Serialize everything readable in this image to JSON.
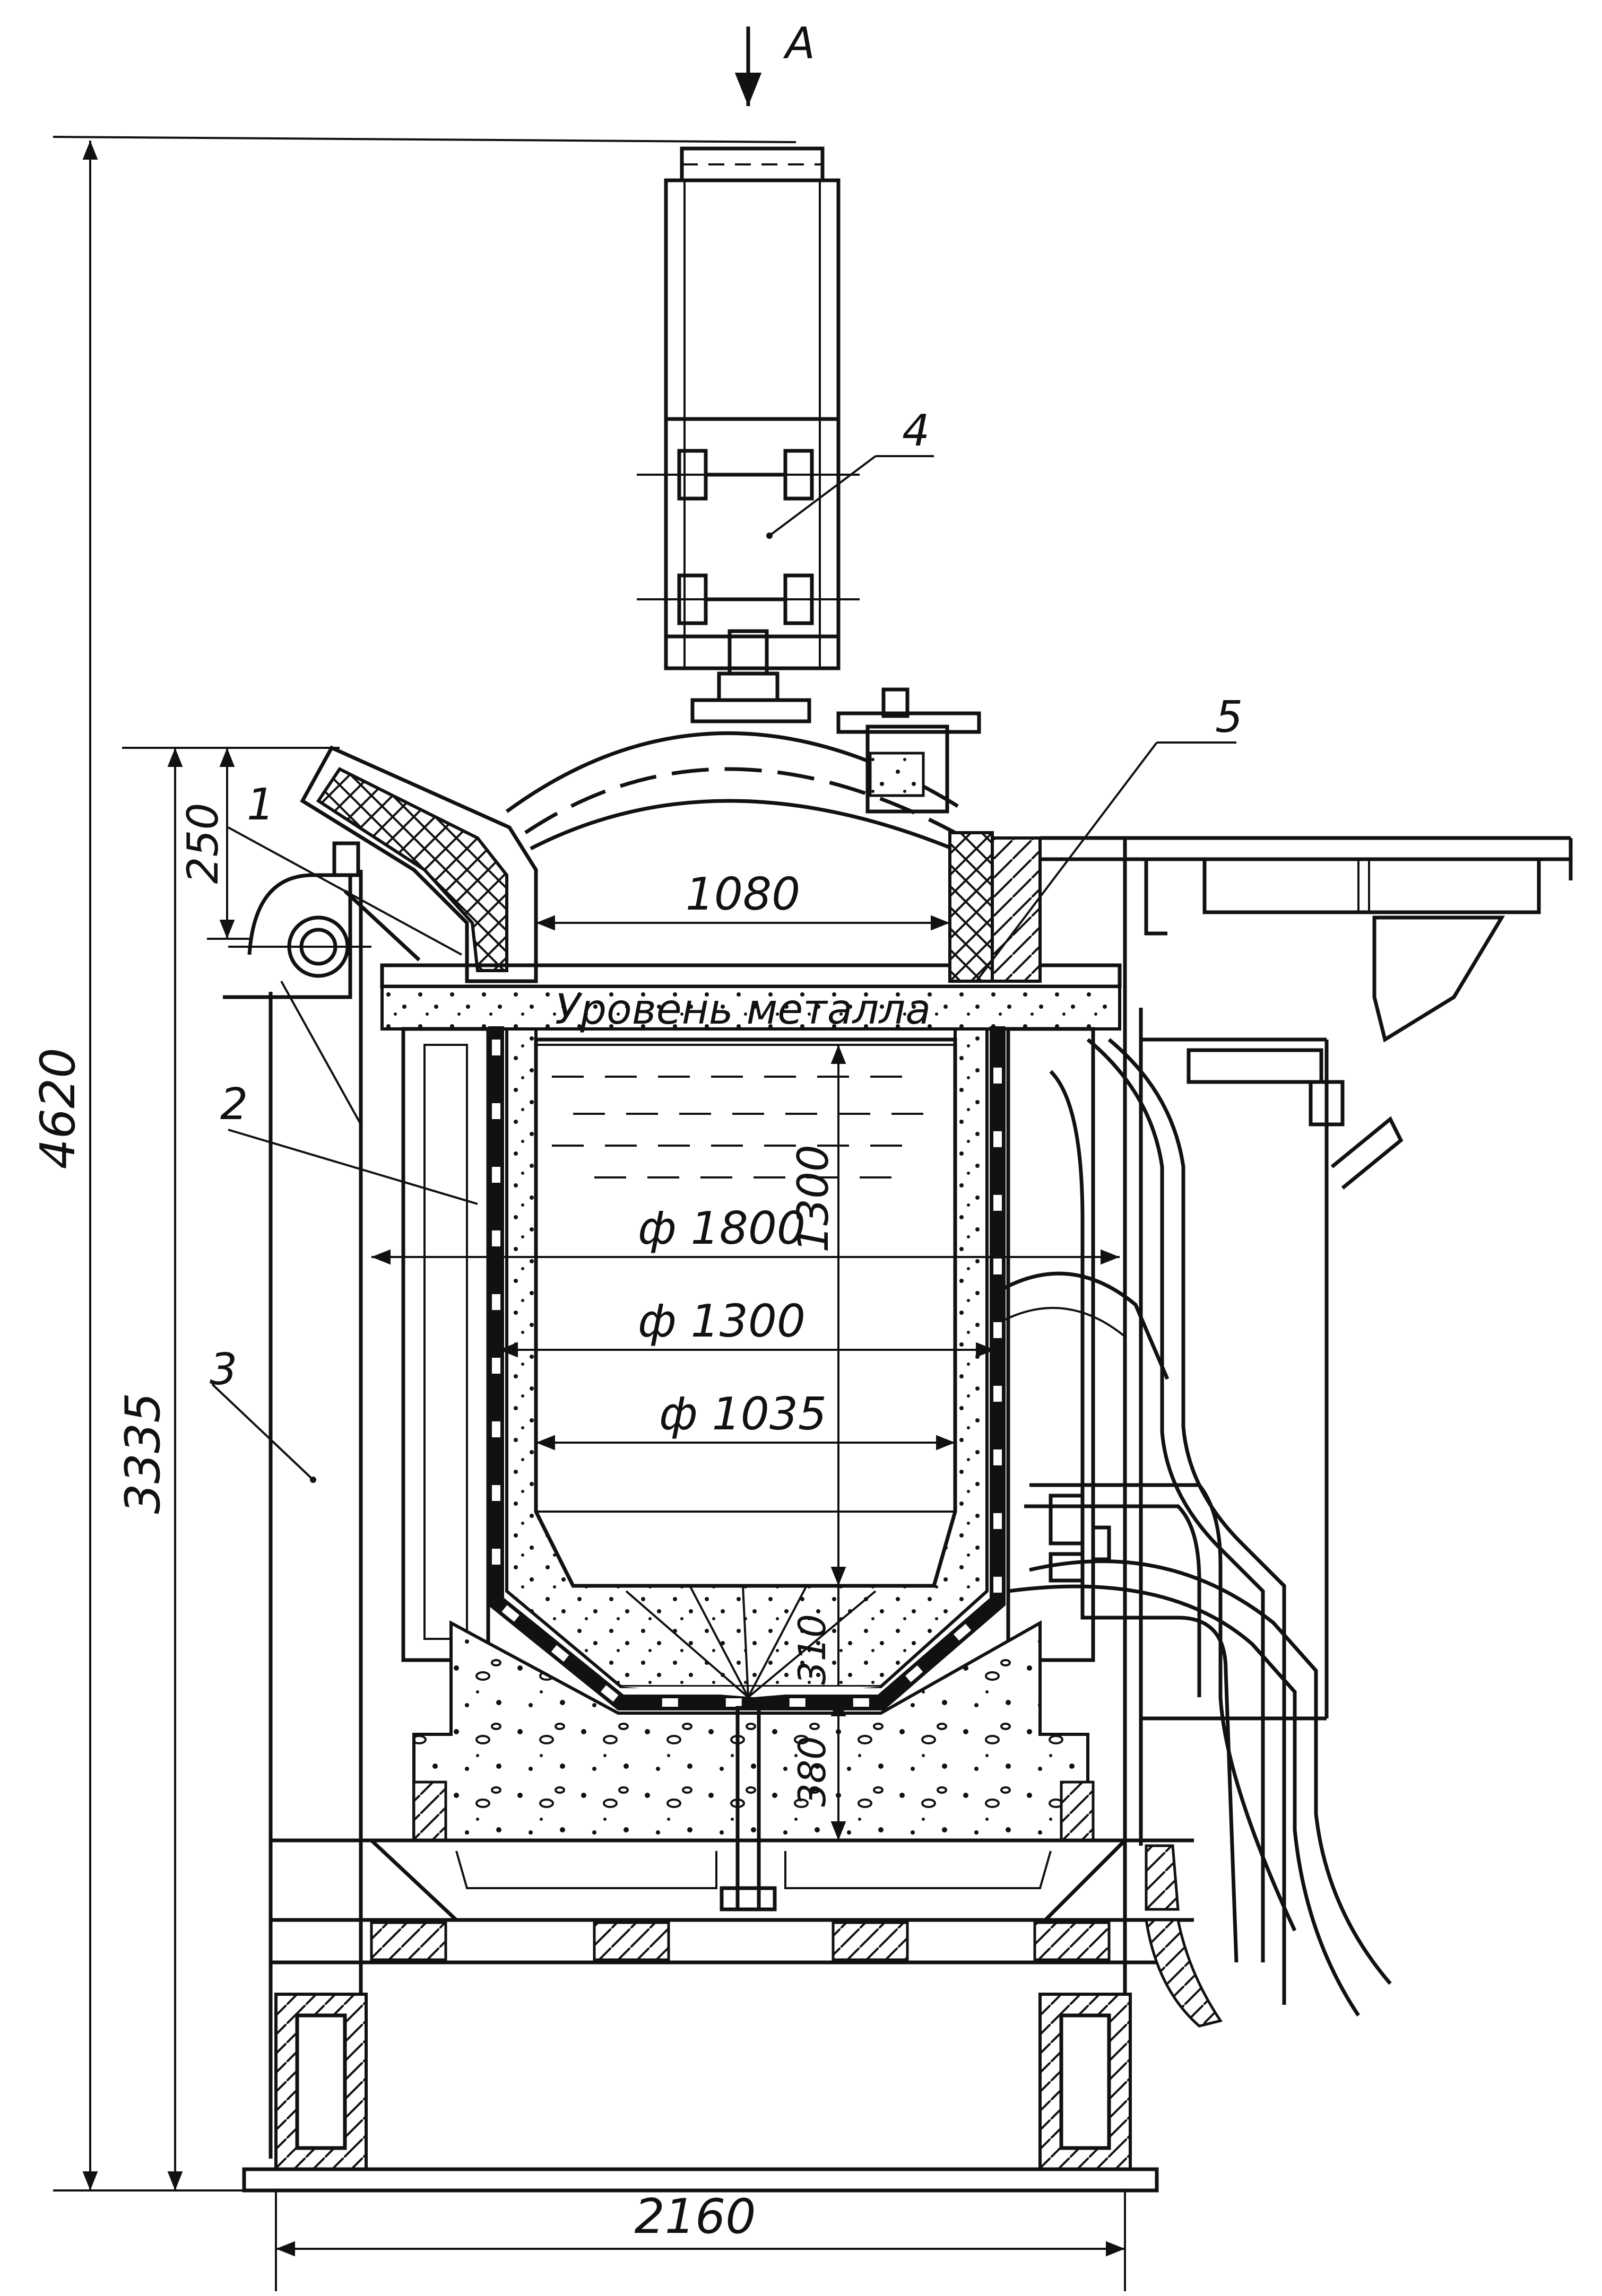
{
  "view_marker": "A",
  "callouts": [
    "1",
    "2",
    "3",
    "4",
    "5"
  ],
  "level_label": "Уровень металла",
  "dimensions": {
    "total_height": "4620",
    "body_height": "3335",
    "spout_height": "250",
    "top_opening": "1080",
    "depth": "1300",
    "d_outer": "ф 1800",
    "d_middle": "ф 1300",
    "d_inner": "ф 1035",
    "bottom_taper": "310",
    "bottom_thickness": "380",
    "base_width": "2160"
  }
}
